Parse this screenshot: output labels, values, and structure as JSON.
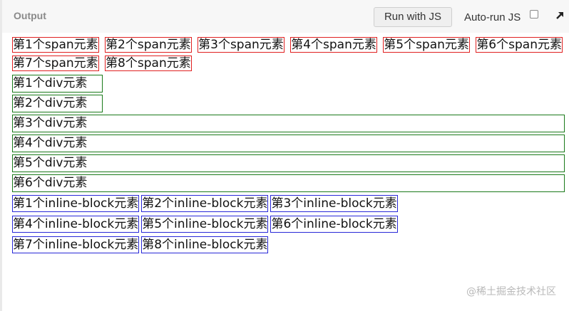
{
  "toolbar": {
    "title": "Output",
    "run_button_label": "Run with JS",
    "autorun_label": "Auto-run JS",
    "autorun_checked": false,
    "expand_icon": "expand-arrow-icon"
  },
  "output": {
    "spans": [
      "第1个span元素",
      "第2个span元素",
      "第3个span元素",
      "第4个span元素",
      "第5个span元素",
      "第6个span元素",
      "第7个span元素",
      "第8个span元素"
    ],
    "divs": [
      "第1个div元素",
      "第2个div元素",
      "第3个div元素",
      "第4个div元素",
      "第5个div元素",
      "第6个div元素"
    ],
    "inline_blocks": [
      "第1个inline-block元素",
      "第2个inline-block元素",
      "第3个inline-block元素",
      "第4个inline-block元素",
      "第5个inline-block元素",
      "第6个inline-block元素",
      "第7个inline-block元素",
      "第8个inline-block元素"
    ]
  },
  "watermark": "@稀土掘金技术社区",
  "colors": {
    "span_border": "#e02020",
    "div_border": "#1a7a1a",
    "inline_block_border": "#2828d8"
  }
}
